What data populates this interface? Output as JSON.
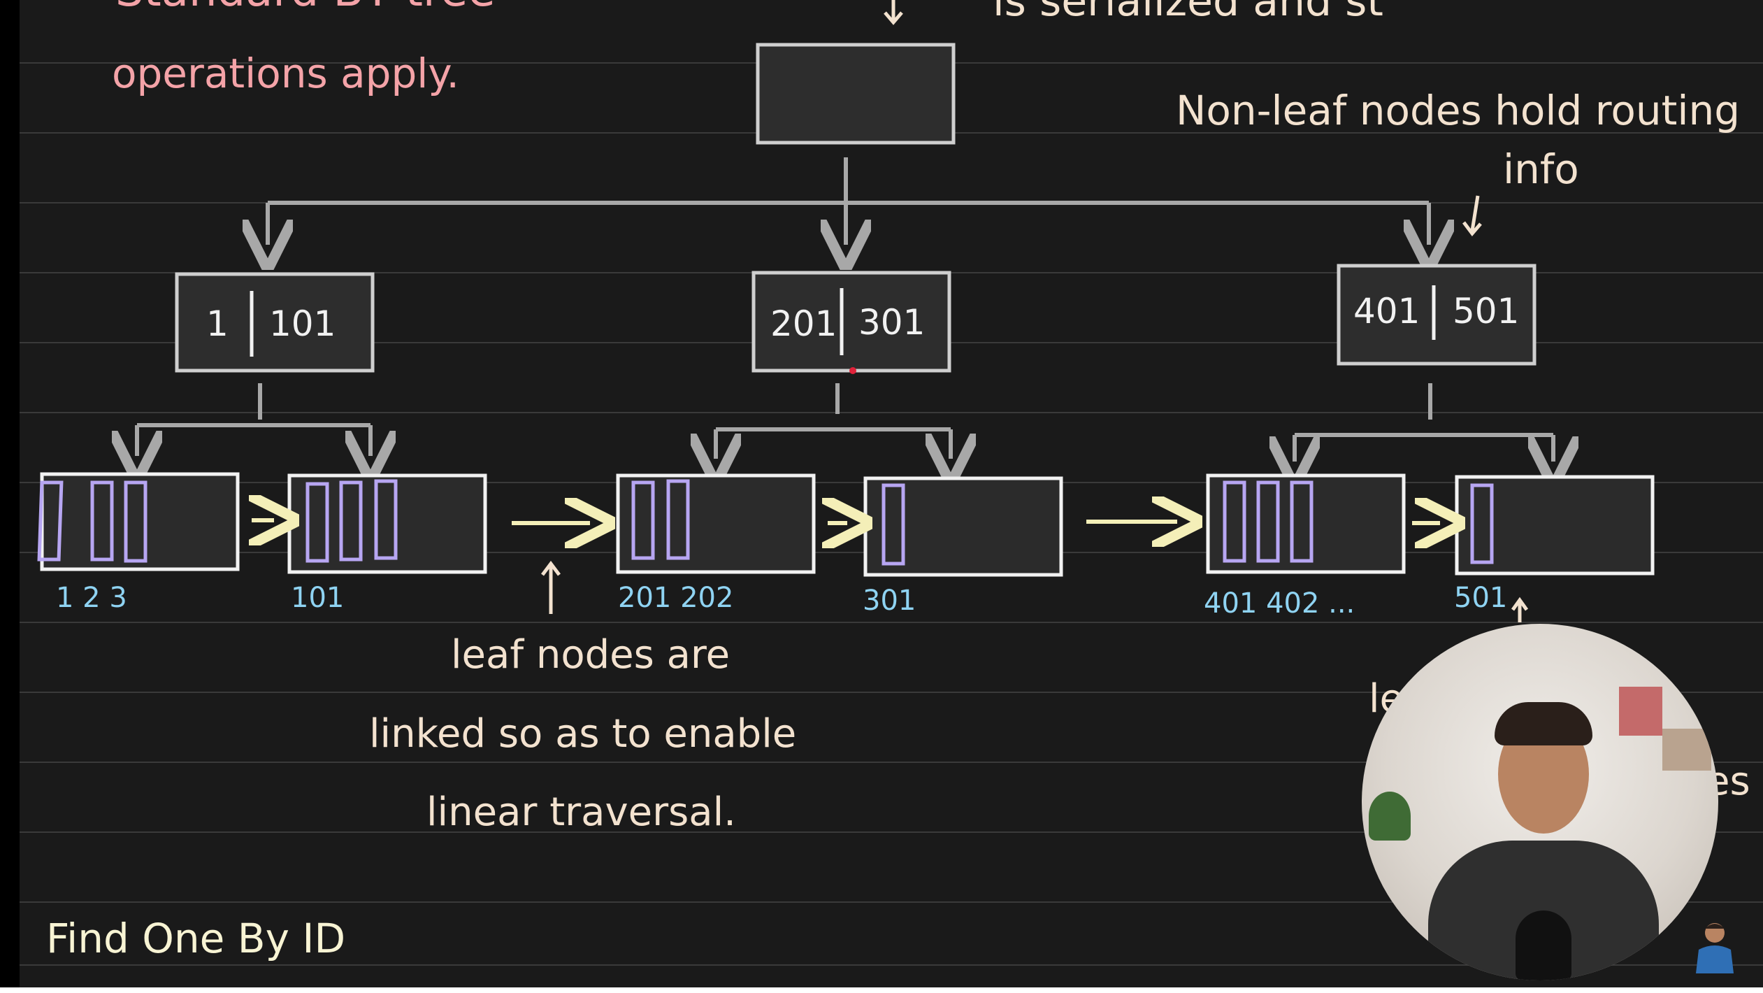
{
  "top_left_text_partial": "Standard BT tree",
  "top_left_text": "operations apply.",
  "top_right_partial": "is serialized and st",
  "annotation_nonleaf": {
    "line1": "Non-leaf nodes hold routing",
    "line2": "info"
  },
  "internal_nodes": [
    {
      "left_key": "1",
      "right_key": "101"
    },
    {
      "left_key": "201",
      "right_key": "301"
    },
    {
      "left_key": "401",
      "right_key": "501"
    }
  ],
  "leaf_labels": [
    "1  2  3",
    "101",
    "201 202",
    "301",
    "401 402 ...",
    "501"
  ],
  "annotation_leaf": {
    "line1": "leaf nodes are",
    "line2": "linked  so as to enable",
    "line3": "linear traversal."
  },
  "partial_right_text_a": "le",
  "partial_right_text_b": "es",
  "bottom_label": "Find One By ID",
  "colors": {
    "background": "#1a1a1a",
    "pink_text": "#f4a3a8",
    "cream_text": "#f3e2cf",
    "leaf_label_blue": "#8fd3f2",
    "record_purple": "#b7a6f2",
    "link_yellow": "#f4efb8"
  }
}
